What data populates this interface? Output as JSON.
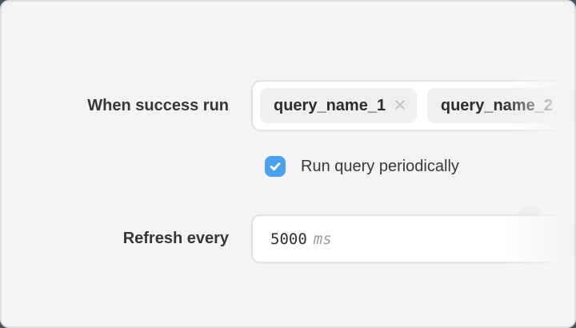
{
  "panel": {
    "background": "#f4f4f4",
    "border_color": "#dedede",
    "backdrop_color": "#44535c"
  },
  "success_row": {
    "label": "When success run",
    "chips": [
      {
        "label": "query_name_1",
        "remove_icon": "×"
      },
      {
        "label": "query_name_2",
        "remove_icon": "×"
      }
    ]
  },
  "periodic_row": {
    "label": "Run query periodically",
    "checked": true
  },
  "refresh_row": {
    "label": "Refresh every",
    "value": "5000",
    "unit": "ms"
  },
  "colors": {
    "checkbox_blue": "#4aa0ec",
    "chip_background": "#f0f0f0",
    "field_background": "#ffffff",
    "field_border": "#e3e3e3",
    "label_text": "#363636",
    "muted_text": "#9c9c9c"
  }
}
